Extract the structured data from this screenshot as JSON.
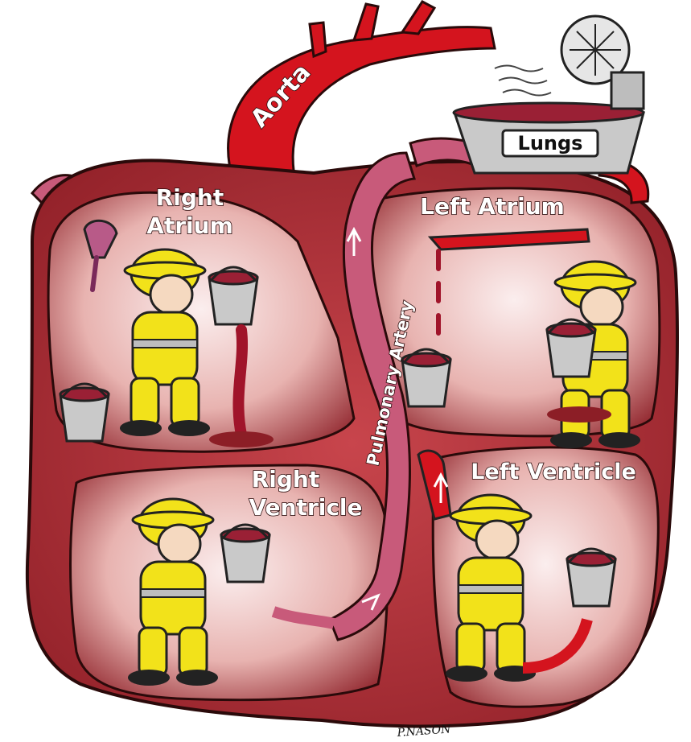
{
  "labels": {
    "aorta": "Aorta",
    "lungs": "Lungs",
    "right_atrium_line1": "Right",
    "right_atrium_line2": "Atrium",
    "left_atrium": "Left Atrium",
    "pulmonary_artery": "Pulmonary Artery",
    "right_ventricle_line1": "Right",
    "right_ventricle_line2": "Ventricle",
    "left_ventricle": "Left Ventricle",
    "signature": "P.NASON"
  },
  "colors": {
    "heart_wall": "#b8323a",
    "chamber_light": "#f4d6d2",
    "chamber_dark": "#8c1e26",
    "aorta": "#d4141e",
    "pulmonary_artery": "#c85a7a",
    "firefighter_suit": "#f2e21a",
    "bucket": "#c9c9c9",
    "blood": "#a0142a"
  },
  "icons": [
    "fan-icon",
    "lungs-tray-icon",
    "bucket-icon",
    "firefighter-icon",
    "arrow-up-icon"
  ]
}
